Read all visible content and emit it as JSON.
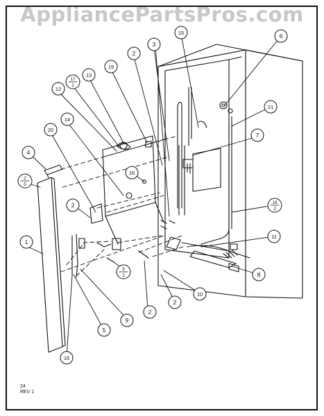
{
  "watermark": "AppliancePartsPros.com",
  "page_number": "24",
  "revision": "REV 1",
  "callouts": [
    {
      "id": "1",
      "label": "1"
    },
    {
      "id": "2a",
      "label": "2"
    },
    {
      "id": "2b",
      "label": "2"
    },
    {
      "id": "2c",
      "label": "2"
    },
    {
      "id": "2d",
      "label": "2"
    },
    {
      "id": "2e",
      "label": "2"
    },
    {
      "id": "3",
      "label": "3"
    },
    {
      "id": "4",
      "label": "4"
    },
    {
      "id": "5",
      "label": "5"
    },
    {
      "id": "6",
      "label": "6"
    },
    {
      "id": "7",
      "label": "7"
    },
    {
      "id": "8",
      "label": "8"
    },
    {
      "id": "9",
      "label": "9"
    },
    {
      "id": "10",
      "label": "10"
    },
    {
      "id": "11",
      "label": "11"
    },
    {
      "id": "12",
      "label": "12"
    },
    {
      "id": "13",
      "label": "13"
    },
    {
      "id": "14",
      "label": "14"
    },
    {
      "id": "15",
      "label": "15"
    },
    {
      "id": "16a",
      "label": "16"
    },
    {
      "id": "16b",
      "label": "16"
    },
    {
      "id": "19",
      "label": "19"
    },
    {
      "id": "20",
      "label": "20"
    },
    {
      "id": "21",
      "label": "21"
    }
  ],
  "fraction_callouts": [
    {
      "id": "17-2",
      "top": "17",
      "bottom": "2"
    },
    {
      "id": "2-5",
      "top": "2",
      "bottom": "5"
    },
    {
      "id": "5-2",
      "top": "5",
      "bottom": "2"
    },
    {
      "id": "18-2",
      "top": "18",
      "bottom": "2"
    }
  ]
}
